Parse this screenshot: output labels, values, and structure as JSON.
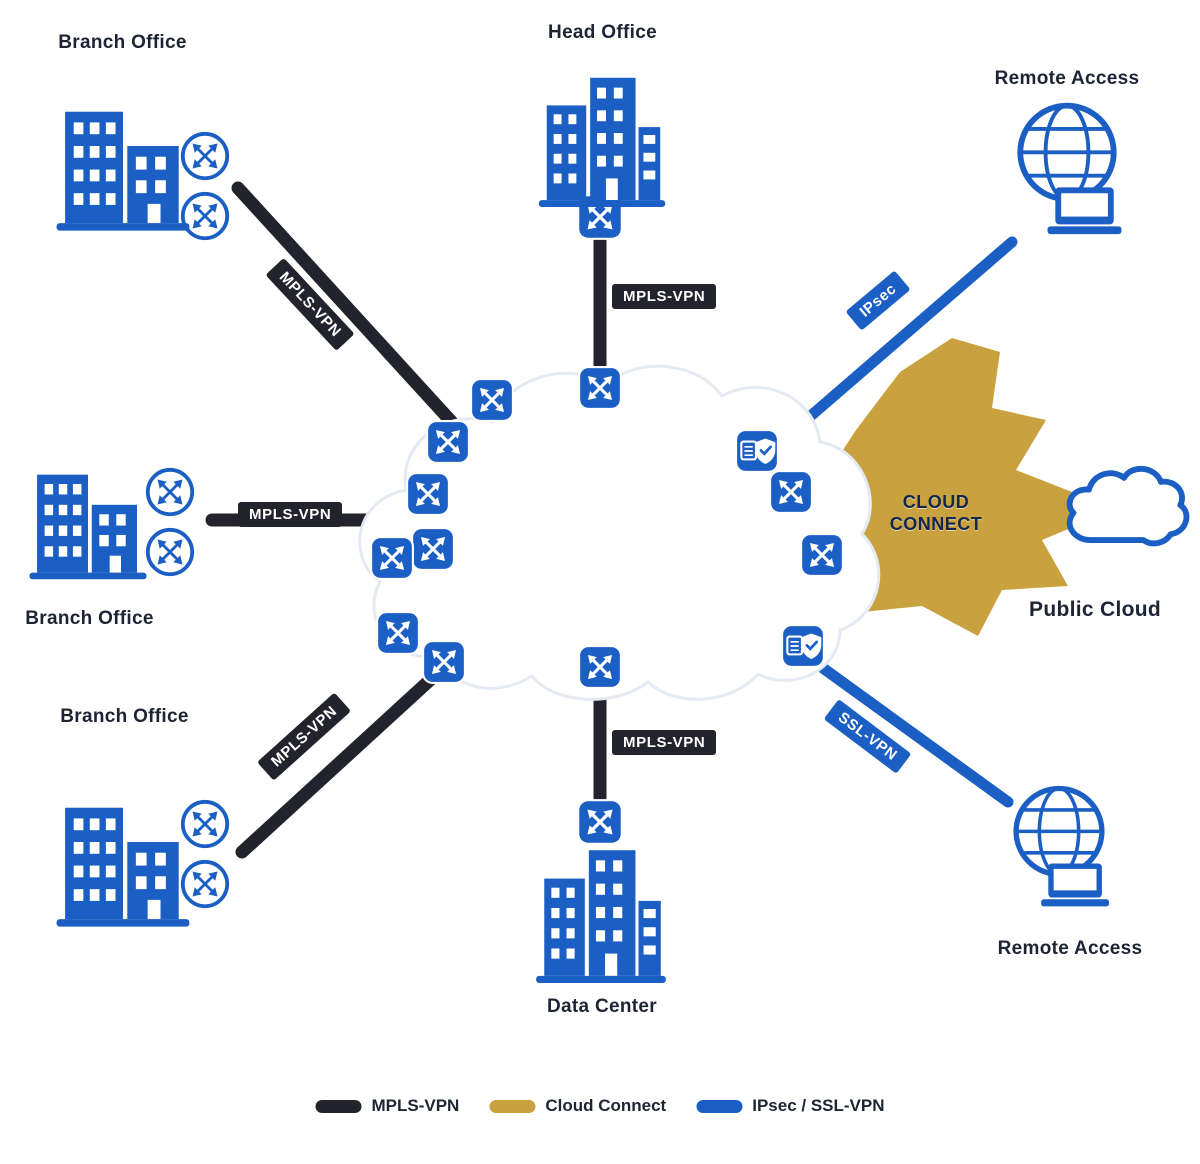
{
  "diagram": {
    "sites": {
      "top_left": "Branch Office",
      "top_center": "Head Office",
      "top_right": "Remote Access",
      "mid_left": "Branch Office",
      "public_cloud": "Public Cloud",
      "bottom_left": "Branch Office",
      "bottom_center": "Data Center",
      "bottom_right": "Remote Access"
    },
    "links": {
      "top_left": "MPLS-VPN",
      "top_center": "MPLS-VPN",
      "mid_left": "MPLS-VPN",
      "bottom_left": "MPLS-VPN",
      "bottom_center": "MPLS-VPN",
      "top_right": "IPsec",
      "bottom_right": "SSL-VPN",
      "cloud_connect": "CLOUD CONNECT"
    },
    "legend": {
      "items": [
        {
          "label": "MPLS-VPN",
          "color": "#23232e"
        },
        {
          "label": "Cloud Connect",
          "color": "#c9a23f"
        },
        {
          "label": "IPsec / SSL-VPN",
          "color": "#1b5fc4"
        }
      ]
    },
    "colors": {
      "primary_blue": "#1b5fc4",
      "link_black": "#23232e",
      "gold": "#c9a23f",
      "text_navy": "#1d2433"
    }
  }
}
